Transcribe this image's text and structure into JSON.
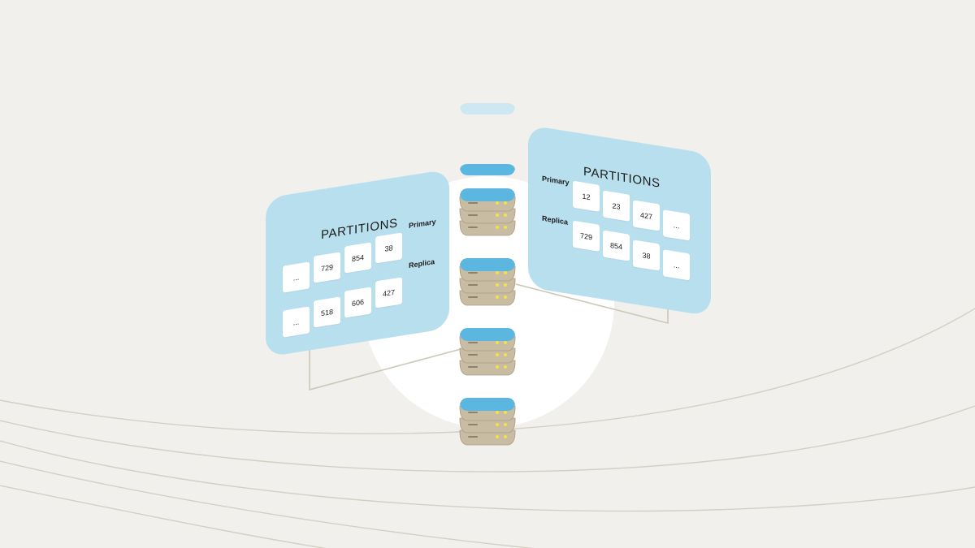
{
  "colors": {
    "background": "#f1f0ed",
    "panel": "#b8dfee",
    "server_top": "#5bb6e0",
    "server_body": "#c8bca3",
    "server_light": "#f2e24c",
    "line": "#cfcab9"
  },
  "left_panel": {
    "title": "PARTITIONS",
    "primary_label": "Primary",
    "replica_label": "Replica",
    "primary_cells": [
      "...",
      "729",
      "854",
      "38"
    ],
    "replica_cells": [
      "...",
      "518",
      "606",
      "427"
    ]
  },
  "right_panel": {
    "title": "PARTITIONS",
    "primary_label": "Primary",
    "replica_label": "Replica",
    "primary_cells": [
      "12",
      "23",
      "427",
      "..."
    ],
    "replica_cells": [
      "729",
      "854",
      "38",
      "..."
    ]
  },
  "servers": [
    {
      "name": "server-1-icon"
    },
    {
      "name": "server-2-icon"
    },
    {
      "name": "server-3-icon"
    },
    {
      "name": "server-4-icon"
    }
  ]
}
